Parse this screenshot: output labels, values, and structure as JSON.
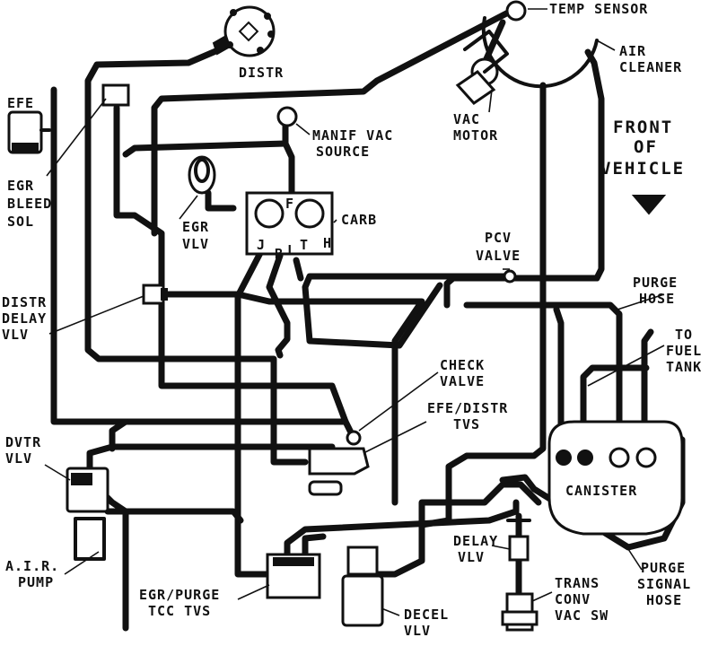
{
  "labels": {
    "temp_sensor": "TEMP SENSOR",
    "distr": "DISTR",
    "air_cleaner_1": "AIR",
    "air_cleaner_2": "CLEANER",
    "efe": "EFE",
    "vac_motor_1": "VAC",
    "vac_motor_2": "MOTOR",
    "manif_vac_1": "MANIF VAC",
    "manif_vac_2": "SOURCE",
    "front_1": "FRONT",
    "front_2": "OF",
    "front_3": "VEHICLE",
    "egr_bleed_1": "EGR",
    "egr_bleed_2": "BLEED",
    "egr_bleed_3": "SOL",
    "egr_vlv_1": "EGR",
    "egr_vlv_2": "VLV",
    "carb": "CARB",
    "pcv_1": "PCV",
    "pcv_2": "VALVE",
    "purge_hose_1": "PURGE",
    "purge_hose_2": "HOSE",
    "distr_delay_1": "DISTR",
    "distr_delay_2": "DELAY",
    "distr_delay_3": "VLV",
    "to_fuel_1": "TO",
    "to_fuel_2": "FUEL",
    "to_fuel_3": "TANK",
    "check_valve_1": "CHECK",
    "check_valve_2": "VALVE",
    "efe_distr_1": "EFE/DISTR",
    "efe_distr_2": "TVS",
    "dvtr_1": "DVTR",
    "dvtr_2": "VLV",
    "canister": "CANISTER",
    "air_pump_1": "A.I.R.",
    "air_pump_2": "PUMP",
    "delay_vlv_1": "DELAY",
    "delay_vlv_2": "VLV",
    "purge_signal_1": "PURGE",
    "purge_signal_2": "SIGNAL",
    "purge_signal_3": "HOSE",
    "trans_conv_1": "TRANS",
    "trans_conv_2": "CONV",
    "trans_conv_3": "VAC SW",
    "egr_purge_1": "EGR/PURGE",
    "egr_purge_2": "TCC TVS",
    "decel_1": "DECEL",
    "decel_2": "VLV",
    "port_f": "F",
    "port_j": "J",
    "port_b": "B",
    "port_l": "L",
    "port_t": "T",
    "port_h": "H"
  },
  "icons": {
    "front_arrow": "down-arrow-icon"
  }
}
